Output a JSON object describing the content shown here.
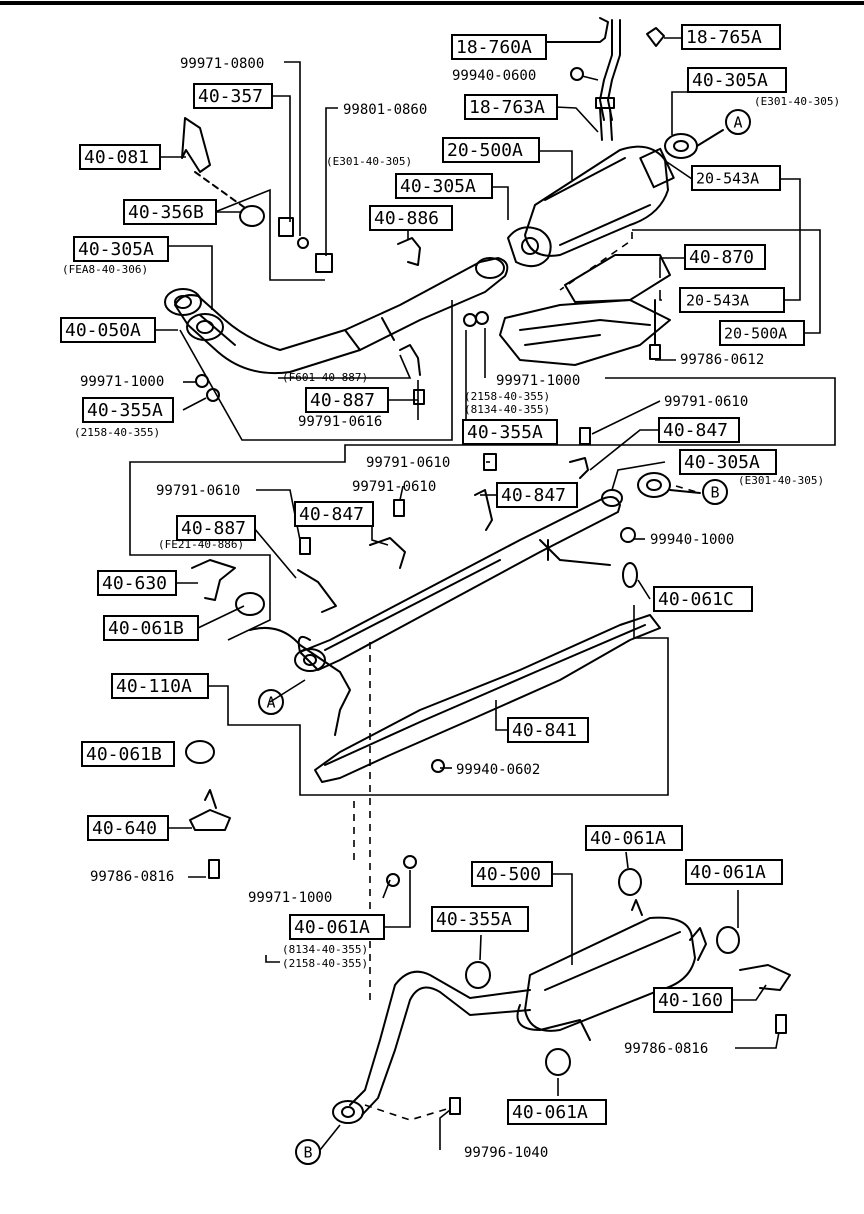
{
  "boxed_parts": [
    "18-760A",
    "18-765A",
    "40-305A",
    "18-763A",
    "40-357",
    "40-081",
    "20-500A",
    "20-543A",
    "40-305A",
    "40-356B",
    "40-886",
    "40-305A",
    "40-870",
    "20-543A",
    "20-500A",
    "40-050A",
    "40-887",
    "40-355A",
    "40-355A",
    "40-847",
    "40-305A",
    "40-847",
    "40-847",
    "40-887",
    "40-630",
    "40-061B",
    "40-061C",
    "40-110A",
    "40-841",
    "40-061B",
    "40-640",
    "40-061A",
    "40-500",
    "40-061A",
    "40-061A",
    "40-355A",
    "40-160",
    "40-061A"
  ],
  "part_numbers": [
    "99971-0800",
    "99940-0600",
    "99801-0860",
    "99971-1000",
    "99791-0616",
    "99971-1000",
    "99786-0612",
    "99791-0610",
    "99791-0610",
    "99791-0610",
    "99791-0610",
    "99940-1000",
    "99940-0602",
    "99786-0816",
    "99971-1000",
    "99786-0816",
    "99796-1040"
  ],
  "small_refs": [
    "(E301-40-305)",
    "(E301-40-305)",
    "(FEA8-40-306)",
    "(2158-40-355)",
    "(F601-40-887)",
    "(2158-40-355)",
    "(8134-40-355)",
    "(E301-40-305)",
    "(FE21-40-886)",
    "(8134-40-355)",
    "(2158-40-355)"
  ],
  "ref_letters": [
    "A",
    "A",
    "B",
    "B"
  ]
}
